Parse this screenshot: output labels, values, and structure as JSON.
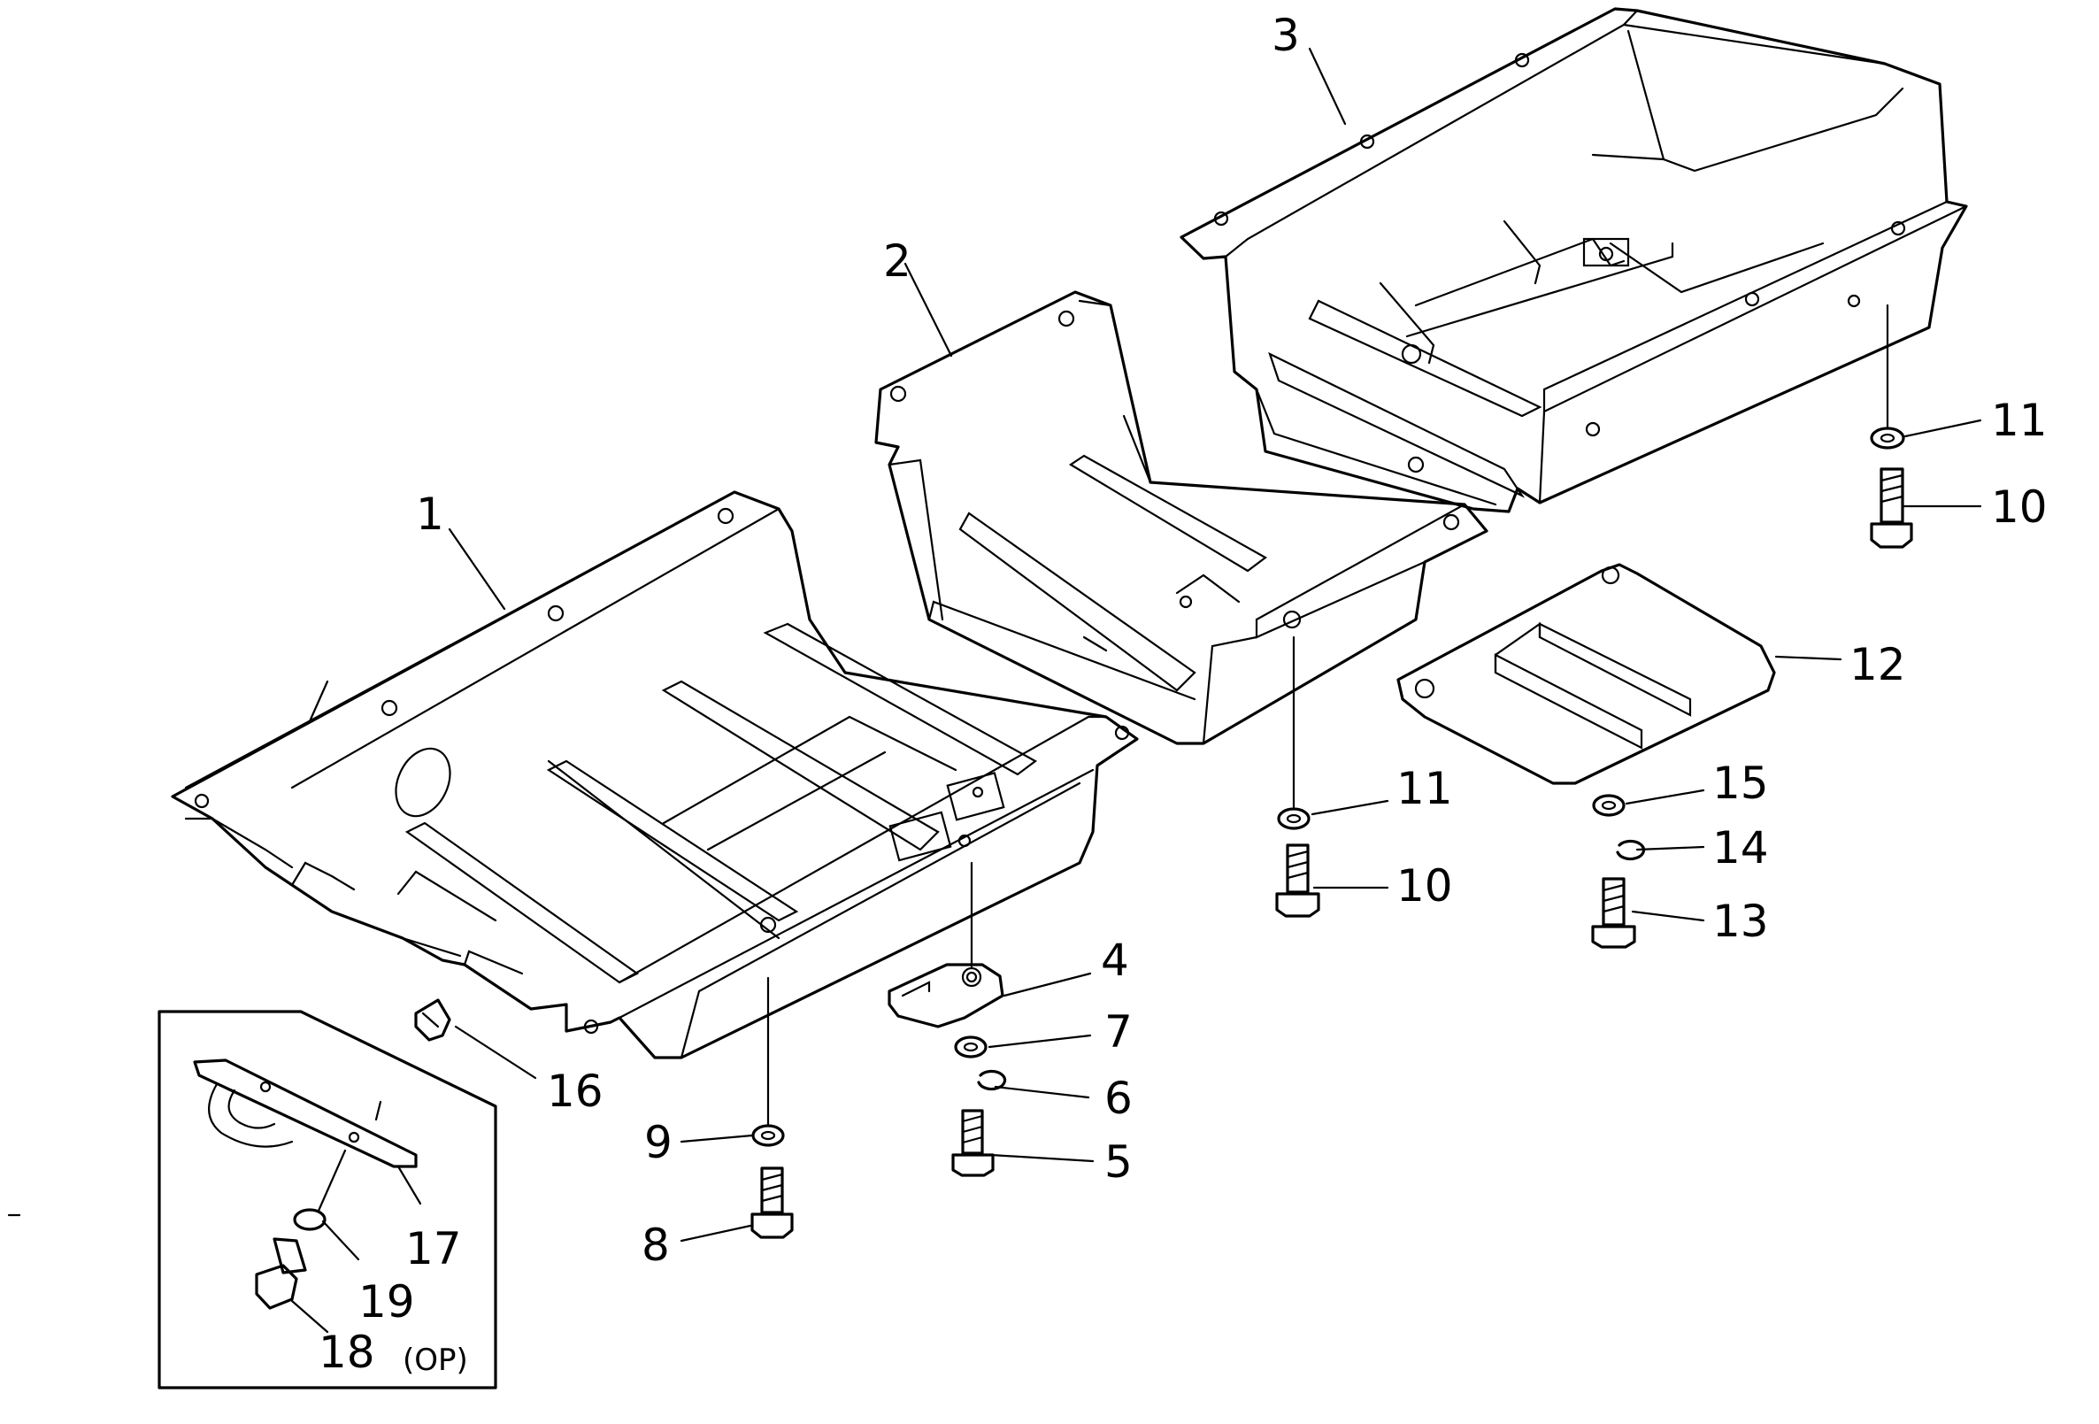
{
  "labels": {
    "p1": "1",
    "p2": "2",
    "p3": "3",
    "p4": "4",
    "p5": "5",
    "p6": "6",
    "p7": "7",
    "p8": "8",
    "p9": "9",
    "p10a": "10",
    "p10b": "10",
    "p11a": "11",
    "p11b": "11",
    "p12": "12",
    "p13": "13",
    "p14": "14",
    "p15": "15",
    "p16": "16",
    "p17": "17",
    "p18": "18",
    "p19": "19"
  },
  "option_box": {
    "tag": "(OP)"
  },
  "colors": {
    "ink": "#000000",
    "paper": "#ffffff"
  }
}
